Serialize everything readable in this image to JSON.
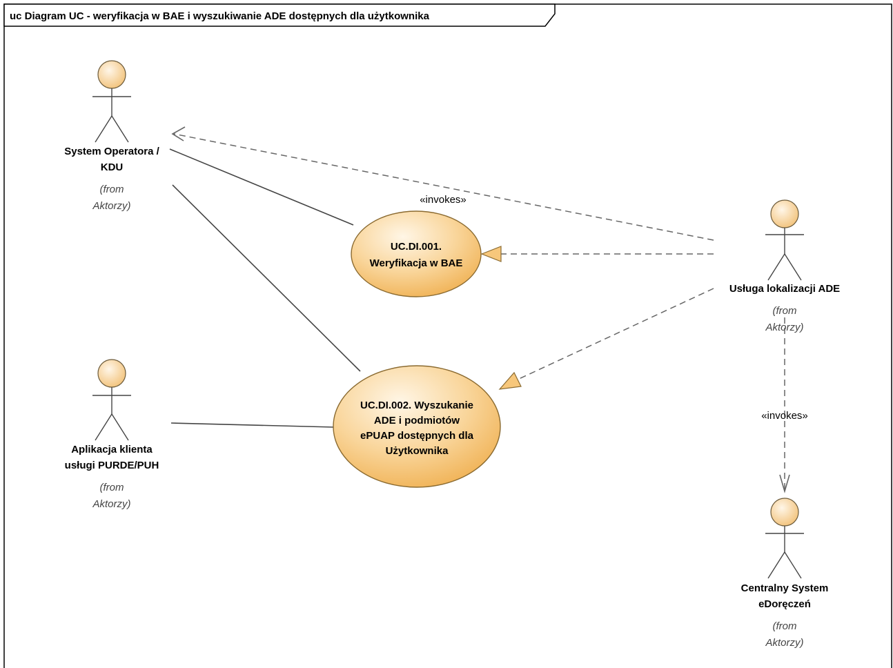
{
  "diagram": {
    "title": "uc Diagram UC - weryfikacja w BAE i wyszukiwanie ADE dostępnych dla użytkownika",
    "actors": {
      "system_operatora": {
        "name_line1": "System Operatora /",
        "name_line2": "KDU",
        "from_line1": "(from",
        "from_line2": "Aktorzy)"
      },
      "aplikacja_klienta": {
        "name_line1": "Aplikacja klienta",
        "name_line2": "usługi PURDE/PUH",
        "from_line1": "(from",
        "from_line2": "Aktorzy)"
      },
      "usluga_lokalizacji": {
        "name_line1": "Usługa lokalizacji ADE",
        "from_line1": "(from",
        "from_line2": "Aktorzy)"
      },
      "centralny_system": {
        "name_line1": "Centralny System",
        "name_line2": "eDoręczeń",
        "from_line1": "(from",
        "from_line2": "Aktorzy)"
      }
    },
    "use_cases": {
      "uc001": {
        "line1": "UC.DI.001.",
        "line2": "Weryfikacja w BAE"
      },
      "uc002": {
        "line1": "UC.DI.002. Wyszukanie",
        "line2": "ADE i  podmiotów",
        "line3": "ePUAP dostępnych dla",
        "line4": "Użytkownika"
      }
    },
    "stereotypes": {
      "invokes_top": "«invokes»",
      "invokes_right": "«invokes»"
    },
    "colors": {
      "actor_fill_light": "#fff3de",
      "actor_fill_dark": "#f3c67c",
      "usecase_fill_light": "#fff2d9",
      "usecase_fill_dark": "#f4b860"
    }
  }
}
